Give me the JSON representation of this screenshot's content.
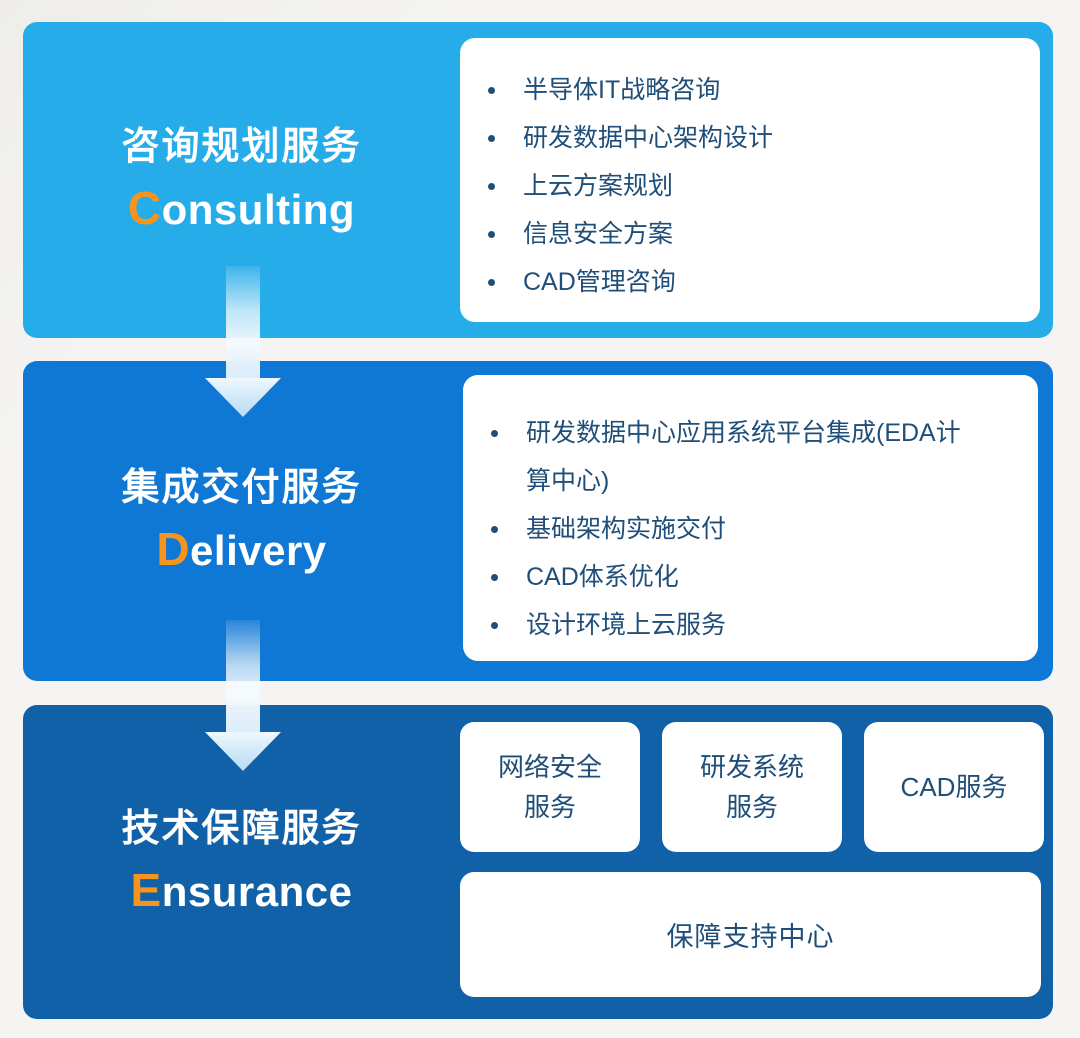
{
  "diagram_title": "semiconductor-it-services-tiers",
  "colors": {
    "tier1_bg": "#27ACEA",
    "tier2_bg": "#0F78D4",
    "tier3_bg": "#1161A9",
    "card_bg": "#FFFFFF",
    "text_navy": "#1F4E79",
    "title_white": "#FFFFFF",
    "initial_orange": "#F7941D",
    "page_bg": "#F5F4F2",
    "arrow_light_blue": "#CFE7F8"
  },
  "tiers": [
    {
      "title_zh": "咨询规划服务",
      "en_initial": "C",
      "en_rest": "onsulting",
      "items": [
        "半导体IT战略咨询",
        "研发数据中心架构设计",
        "上云方案规划",
        "信息安全方案",
        "CAD管理咨询"
      ]
    },
    {
      "title_zh": "集成交付服务",
      "en_initial": "D",
      "en_rest": "elivery",
      "items": [
        "研发数据中心应用系统平台集成(EDA计算中心)",
        "基础架构实施交付",
        "CAD体系优化",
        "设计环境上云服务"
      ]
    },
    {
      "title_zh": "技术保障服务",
      "en_initial": "E",
      "en_rest": "nsurance",
      "mini_cards": [
        "网络安全服务",
        "研发系统服务",
        "CAD服务"
      ],
      "wide_card": "保障支持中心"
    }
  ]
}
